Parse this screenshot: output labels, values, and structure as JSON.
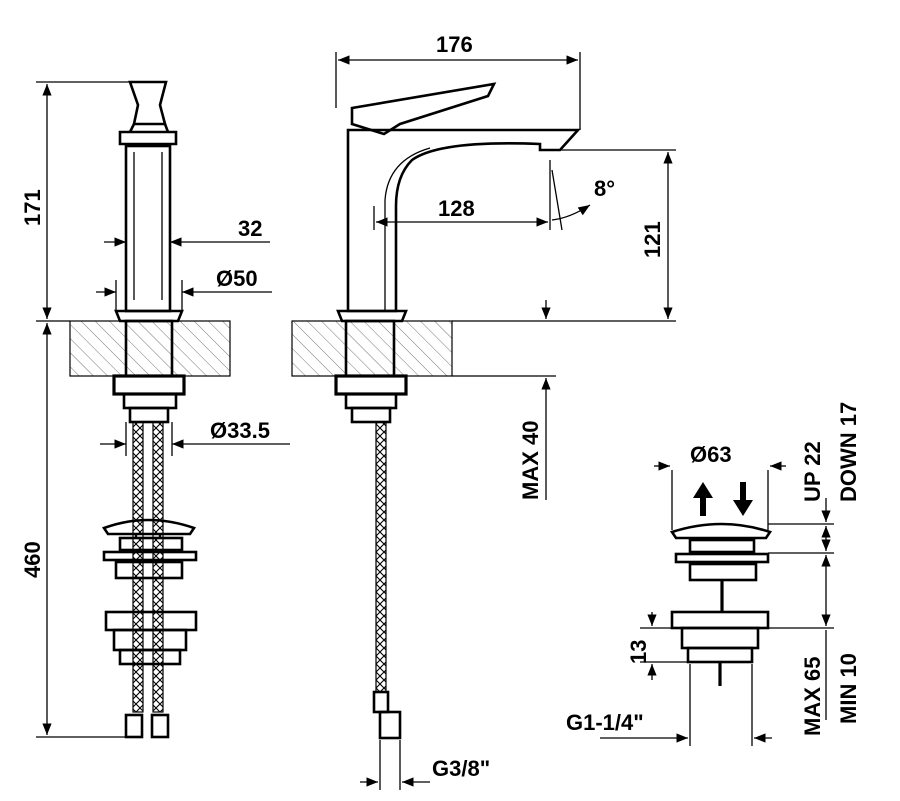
{
  "drawing": {
    "dimensions": {
      "overall_width": "176",
      "spout_reach": "128",
      "spout_angle": "8°",
      "spout_height": "121",
      "body_height": "171",
      "body_top_width": "32",
      "base_diameter": "Ø50",
      "shank_diameter": "Ø33.5",
      "hose_length": "460",
      "deck_thickness": "MAX 40",
      "hose_thread": "G3/8\"",
      "waste_cap_diameter": "Ø63",
      "waste_travel_up": "UP 22",
      "waste_travel_down": "DOWN 17",
      "waste_flange_height": "13",
      "waste_thread": "G1-1/4\"",
      "waste_thickness_max": "MAX 65",
      "waste_thickness_min": "MIN 10"
    }
  }
}
